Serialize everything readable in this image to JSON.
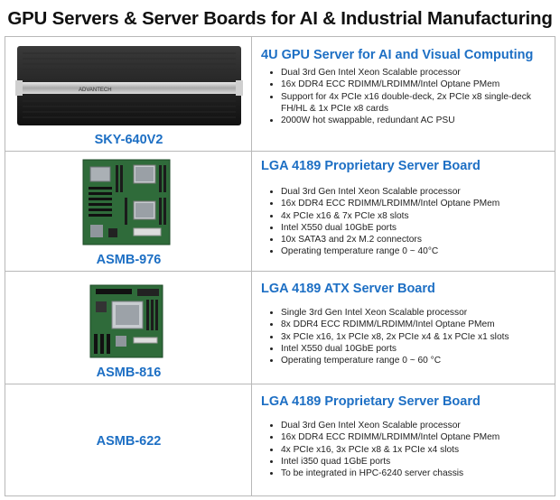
{
  "page": {
    "title": "GPU Servers & Server Boards for AI & Industrial Manufacturing"
  },
  "products": [
    {
      "model": "SKY-640V2",
      "title": "4U GPU Server for AI and Visual Computing",
      "chassis_logo": "ADVANTECH",
      "specs": [
        "Dual 3rd Gen Intel Xeon Scalable processor",
        "16x DDR4 ECC RDIMM/LRDIMM/Intel Optane PMem",
        "Support for 4x PCIe x16 double-deck, 2x PCIe x8 single-deck FH/HL & 1x PCIe x8 cards",
        "2000W hot swappable, redundant AC PSU"
      ]
    },
    {
      "model": "ASMB-976",
      "title": "LGA 4189 Proprietary Server Board",
      "specs": [
        "Dual 3rd Gen Intel Xeon Scalable processor",
        "16x DDR4 ECC RDIMM/LRDIMM/Intel Optane PMem",
        "4x PCIe x16 & 7x PCIe x8 slots",
        "Intel X550 dual 10GbE ports",
        "10x SATA3 and 2x M.2 connectors",
        "Operating temperature range 0 ~ 40°C"
      ]
    },
    {
      "model": "ASMB-816",
      "title": "LGA 4189 ATX Server Board",
      "specs": [
        "Single 3rd Gen Intel Xeon Scalable processor",
        "8x DDR4 ECC RDIMM/LRDIMM/Intel Optane PMem",
        "3x PCIe x16, 1x PCIe x8, 2x PCIe x4 & 1x PCIe x1 slots",
        "Intel X550 dual 10GbE ports",
        "Operating temperature range 0 ~ 60 °C"
      ]
    },
    {
      "model": "ASMB-622",
      "title": "LGA 4189 Proprietary Server Board",
      "specs": [
        "Dual 3rd Gen Intel Xeon Scalable processor",
        "16x DDR4 ECC RDIMM/LRDIMM/Intel Optane PMem",
        "4x PCIe x16, 3x PCIe x8 & 1x PCIe x4 slots",
        "Intel i350 quad 1GbE ports",
        "To be integrated in HPC-6240 server chassis"
      ]
    }
  ],
  "colors": {
    "accent": "#1d6fc4",
    "board_green": "#2f6b3a",
    "border": "#b8b8b8"
  }
}
